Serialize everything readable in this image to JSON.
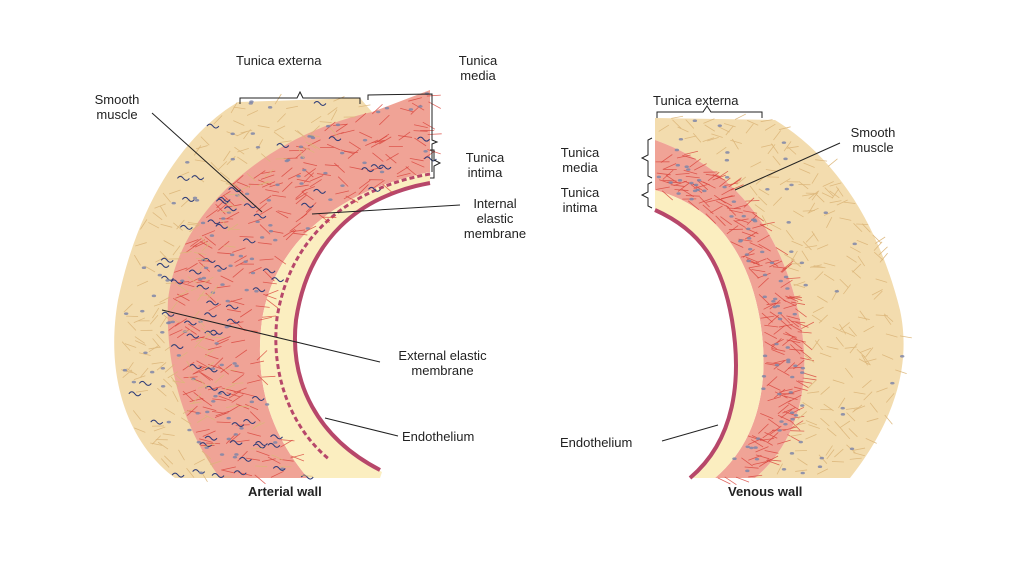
{
  "arterial": {
    "caption": "Arterial wall",
    "labels": {
      "tunica_externa": "Tunica externa",
      "tunica_media": "Tunica\nmedia",
      "tunica_intima": "Tunica\nintima",
      "smooth_muscle": "Smooth\nmuscle",
      "internal_elastic": "Internal\nelastic\nmembrane",
      "external_elastic": "External elastic\nmembrane",
      "endothelium": "Endothelium"
    }
  },
  "venous": {
    "caption": "Venous wall",
    "labels": {
      "tunica_externa": "Tunica externa",
      "tunica_media": "Tunica\nmedia",
      "tunica_intima": "Tunica\nintima",
      "smooth_muscle": "Smooth\nmuscle",
      "endothelium": "Endothelium"
    }
  },
  "colors": {
    "externa_fill": "#f3dcae",
    "externa_fiber": "#dcb67a",
    "media_fill": "#f0a396",
    "media_fiber": "#d9443c",
    "intima_fill": "#fbeec0",
    "endothelium": "#b7476a",
    "nucleus": "#7f86a8",
    "elastic_fiber": "#2e3c78",
    "line": "#222222"
  }
}
